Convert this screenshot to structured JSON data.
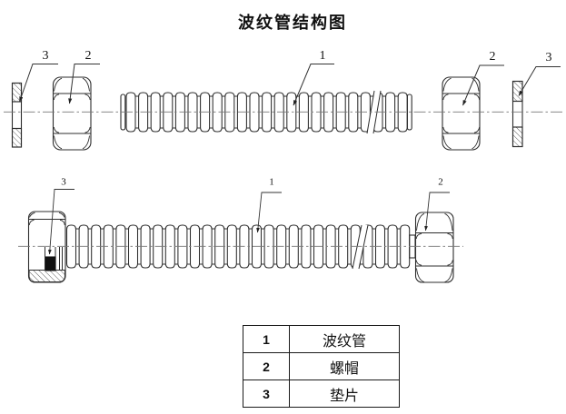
{
  "title": "波纹管结构图",
  "colors": {
    "line": "#2d2d2d",
    "centerline": "#777777",
    "text": "#111111",
    "background": "#ffffff"
  },
  "views": {
    "exploded": {
      "callouts": [
        "3",
        "2",
        "1",
        "2",
        "3"
      ]
    },
    "assembled": {
      "callouts": [
        "3",
        "1",
        "2"
      ]
    }
  },
  "legend_table": {
    "rows": [
      {
        "no": "1",
        "name": "波纹管"
      },
      {
        "no": "2",
        "name": "螺帽"
      },
      {
        "no": "3",
        "name": "垫片"
      }
    ]
  }
}
